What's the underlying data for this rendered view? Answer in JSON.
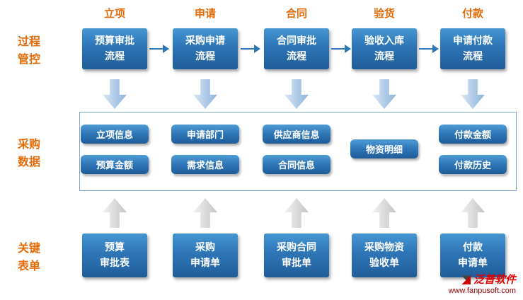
{
  "left_labels": [
    {
      "text": "过程\n管控"
    },
    {
      "text": "采购\n数据"
    },
    {
      "text": "关键\n表单"
    }
  ],
  "columns": [
    {
      "header": "立项",
      "process": "预算审批\n流程",
      "data_items": [
        "立项信息",
        "预算金额"
      ],
      "form": "预算\n审批表"
    },
    {
      "header": "申请",
      "process": "采购申请\n流程",
      "data_items": [
        "申请部门",
        "需求信息"
      ],
      "form": "采购\n申请单"
    },
    {
      "header": "合同",
      "process": "合同审批\n流程",
      "data_items": [
        "供应商信息",
        "合同信息"
      ],
      "form": "采购合同\n审批单"
    },
    {
      "header": "验货",
      "process": "验收入库\n流程",
      "data_items": [
        "物资明细"
      ],
      "form": "采购物资\n验收单"
    },
    {
      "header": "付款",
      "process": "申请付款\n流程",
      "data_items": [
        "付款金额",
        "付款历史"
      ],
      "form": "付款\n申请单"
    }
  ],
  "watermark": {
    "brand": "泛普软件",
    "url": "www.fanpusoft.com"
  },
  "colors": {
    "box_blue": "#2e75b6",
    "header_orange": "#e36c09",
    "down_arrow_blue": "#aec9e6",
    "up_arrow_gray": "#d9d9d9",
    "panel_border_blue": "#7da7d8",
    "watermark_red": "#e10000"
  }
}
